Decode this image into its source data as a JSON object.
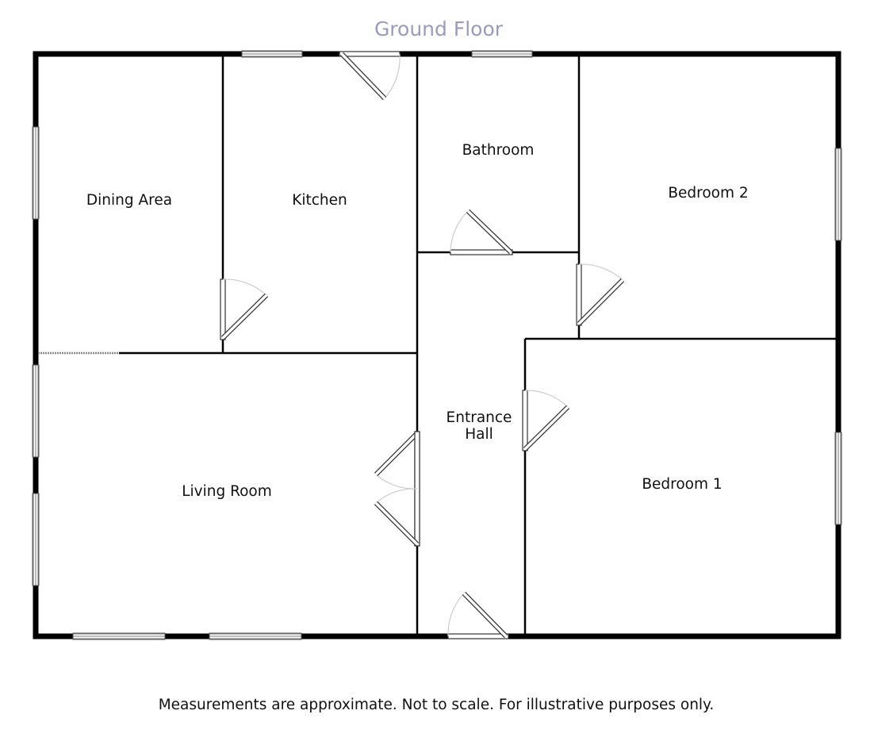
{
  "title": "Ground Floor",
  "rooms": {
    "dining_area": "Dining Area",
    "kitchen": "Kitchen",
    "bathroom": "Bathroom",
    "bedroom_2": "Bedroom 2",
    "entrance_hall_line1": "Entrance",
    "entrance_hall_line2": "Hall",
    "bedroom_1": "Bedroom 1",
    "living_room": "Living Room"
  },
  "disclaimer": "Measurements are approximate. Not to scale. For illustrative purposes only.",
  "colors": {
    "title": "#9a9ac0",
    "walls": "#000000"
  }
}
